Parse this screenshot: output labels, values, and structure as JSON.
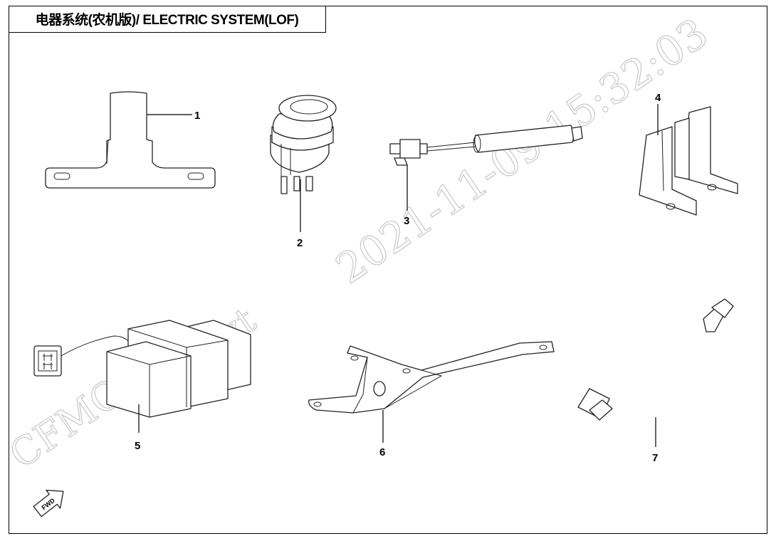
{
  "title": "电器系统(农机版)/ ELECTRIC SYSTEM(LOF)",
  "watermark": {
    "timestamp": "2021-11-09 15:32:03",
    "user": "Lxxzt",
    "brand": "CFMOTO"
  },
  "forward_indicator": "FWD",
  "callouts": [
    "1",
    "2",
    "3",
    "4",
    "5",
    "6",
    "7"
  ]
}
